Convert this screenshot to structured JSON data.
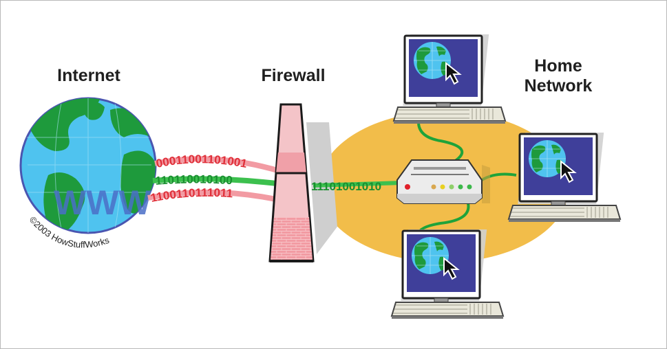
{
  "diagram": {
    "title": "Firewall in a home network",
    "labels": {
      "internet": "Internet",
      "firewall": "Firewall",
      "home_network_line1": "Home",
      "home_network_line2": "Network"
    },
    "globe_text": "WWW",
    "copyright": "©2003 HowStuffWorks",
    "data_streams": {
      "incoming": [
        {
          "bits": "00011001101001",
          "status": "blocked",
          "color": "#e05060"
        },
        {
          "bits": "110110010100",
          "status": "allowed",
          "color": "#1fa33a"
        },
        {
          "bits": "1100110111011",
          "status": "blocked",
          "color": "#e05060"
        }
      ],
      "outgoing": {
        "bits": "11101001010",
        "status": "allowed",
        "color": "#1fa33a"
      }
    },
    "nodes": [
      {
        "id": "internet",
        "type": "globe",
        "label": "Internet"
      },
      {
        "id": "firewall",
        "type": "firewall",
        "label": "Firewall"
      },
      {
        "id": "router",
        "type": "router"
      },
      {
        "id": "computer-top",
        "type": "computer"
      },
      {
        "id": "computer-right",
        "type": "computer"
      },
      {
        "id": "computer-bottom",
        "type": "computer"
      }
    ],
    "edges": [
      {
        "from": "internet",
        "to": "firewall"
      },
      {
        "from": "firewall",
        "to": "router"
      },
      {
        "from": "router",
        "to": "computer-top"
      },
      {
        "from": "router",
        "to": "computer-right"
      },
      {
        "from": "router",
        "to": "computer-bottom"
      }
    ],
    "router_leds": [
      "#e0202a",
      "#d9a850",
      "#e8d020",
      "#8fcf6a",
      "#3cb84a",
      "#3cb84a"
    ],
    "colors": {
      "home_zone": "#f2bd4a",
      "screen": "#3f3f9a",
      "ocean": "#4fc3ef",
      "land": "#1e9a3c",
      "firewall_pink": "#f4b8bd",
      "firewall_brick": "#f29ba3",
      "cable": "#1fa33a"
    }
  }
}
